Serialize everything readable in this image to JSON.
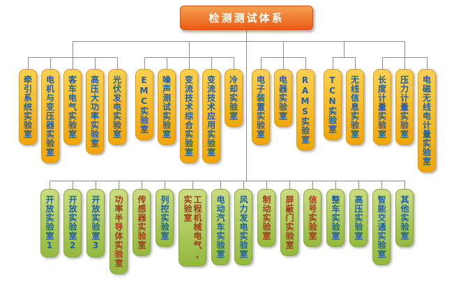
{
  "title": "检测测试体系",
  "palette": {
    "root_gradient_top": "#F6A150",
    "root_gradient_bottom": "#E95B13",
    "root_text": "#FFFFFF",
    "yellow_gradient_top": "#FDD14E",
    "yellow_gradient_bottom": "#F0A60A",
    "green_gradient_top": "#CBDD80",
    "green_gradient_bottom": "#94B93E",
    "blue_text": "#1A5FA8",
    "red_text": "#A03A1D",
    "line_color": "#8C8C8C"
  },
  "row1_groups": [
    {
      "items": [
        {
          "label": "牵引系统实验室"
        },
        {
          "label": "电机与变压器实验室"
        },
        {
          "label": "客车电气实验室"
        },
        {
          "label": "高压大功率实验室"
        },
        {
          "label": "光伏发电实验室"
        }
      ]
    },
    {
      "items": [
        {
          "label": "EMC实验室"
        },
        {
          "label": "噪声测试实验室"
        },
        {
          "label": "变流技术综合实验室"
        },
        {
          "label": "变流技术应用实验室"
        },
        {
          "label": "冷却实验室"
        }
      ]
    },
    {
      "items": [
        {
          "label": "电子装置实验室"
        },
        {
          "label": "电器实验室"
        },
        {
          "label": "RAMS实验室"
        }
      ]
    },
    {
      "items": [
        {
          "label": "TCN实验室"
        },
        {
          "label": "无线信息实验室"
        }
      ]
    },
    {
      "items": [
        {
          "label": "长度计量实验室"
        },
        {
          "label": "压力计量实验室"
        },
        {
          "label": "电磁无线电计量实验室"
        }
      ]
    }
  ],
  "row2_items": [
    {
      "label": "开放实验室1",
      "color": "blue"
    },
    {
      "label": "开放实验室2",
      "color": "blue"
    },
    {
      "label": "开放实验室3",
      "color": "blue"
    },
    {
      "label": "功率半导体实验室",
      "color": "red"
    },
    {
      "label": "传感器实验室",
      "color": "red"
    },
    {
      "label": "列控实验室",
      "color": "blue"
    },
    {
      "label": "工程机械电气,\n实验室",
      "color": "red"
    },
    {
      "label": "电动汽车实验室",
      "color": "blue"
    },
    {
      "label": "风力发电实验室",
      "color": "blue"
    },
    {
      "label": "制动实验室",
      "color": "red"
    },
    {
      "label": "屏蔽门实验室",
      "color": "red"
    },
    {
      "label": "信号实验室",
      "color": "red"
    },
    {
      "label": "整车实验室",
      "color": "blue"
    },
    {
      "label": "高压实验室",
      "color": "blue"
    },
    {
      "label": "智能交通实验室",
      "color": "blue"
    },
    {
      "label": "其他实验室",
      "color": "blue"
    }
  ]
}
